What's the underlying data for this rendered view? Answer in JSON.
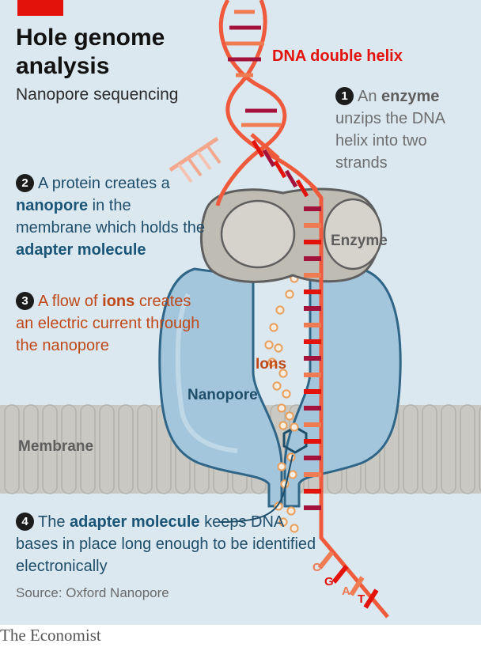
{
  "title": "Hole genome analysis",
  "subtitle": "Nanopore sequencing",
  "labels": {
    "dna": "DNA double helix",
    "enzyme": "Enzyme",
    "ions": "Ions",
    "nanopore": "Nanopore",
    "membrane": "Membrane"
  },
  "steps": [
    {
      "number": "1",
      "before": "An ",
      "highlight": "enzyme",
      "after": " unzips the DNA helix into two strands"
    },
    {
      "number": "2",
      "before": "A protein creates a ",
      "highlight": "nanopore",
      "middle": " in the membrane which holds the ",
      "highlight2": "adapter molecule"
    },
    {
      "number": "3",
      "before": "A flow of ",
      "highlight": "ions",
      "after": " creates an electric current through the nanopore"
    },
    {
      "number": "4",
      "before": "The ",
      "highlight": "adapter molecule",
      "after": " keeps DNA bases in place long enough to be identified electronically"
    }
  ],
  "bases": [
    "C",
    "G",
    "A",
    "T"
  ],
  "source": "Source: Oxford Nanopore",
  "brand": "The Economist",
  "colors": {
    "background": "#dce8f0",
    "strand": "#f05a3c",
    "base_red": "#e3120b",
    "base_dark": "#a3123a",
    "base_orange": "#ef7b52",
    "enzyme": "#bfbcb4",
    "nanopore": "#a4c6dc",
    "membrane": "#c9c8c2",
    "ions": "#e8a05f",
    "accent": "#e3120b"
  }
}
